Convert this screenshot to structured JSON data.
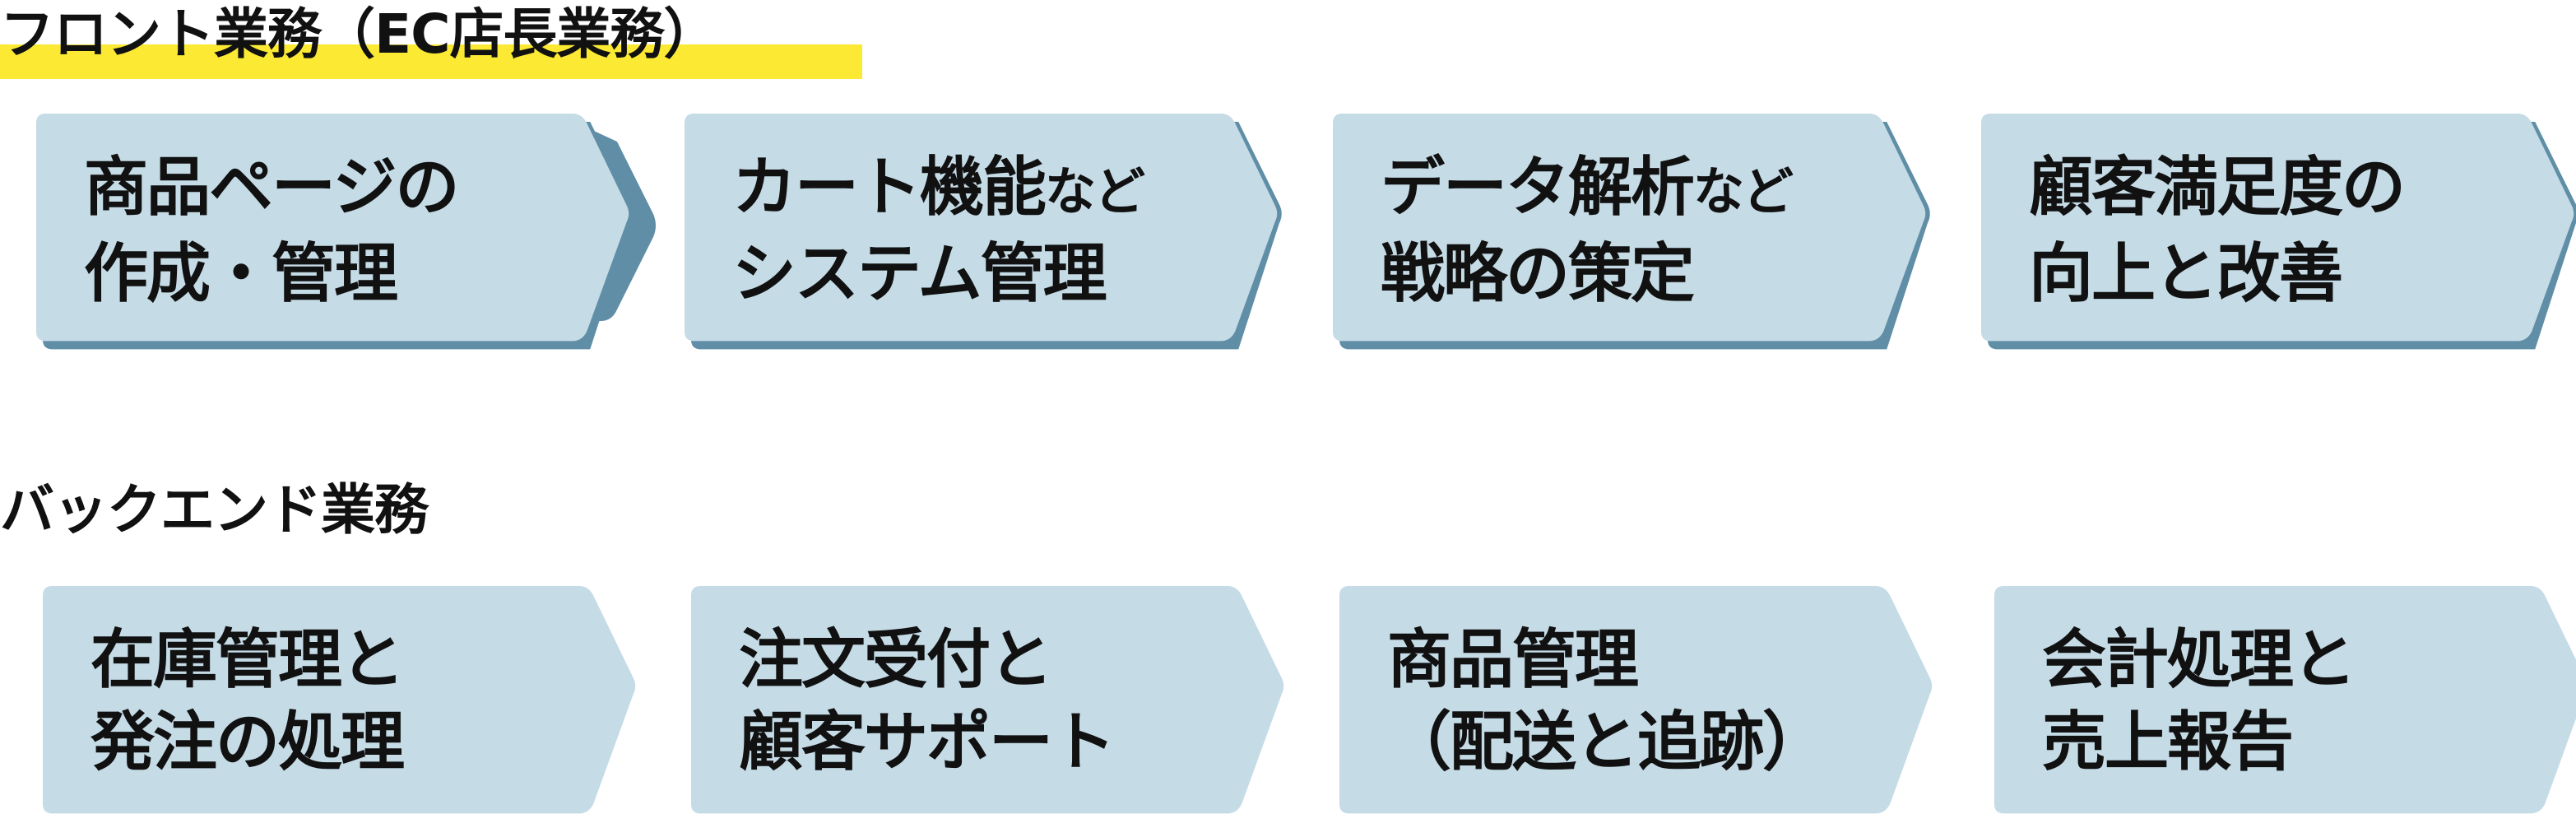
{
  "colors": {
    "box_fill": "#c5dbe6",
    "box_shadow": "#5f8ea6",
    "highlight": "#fbe934"
  },
  "front": {
    "title": "フロント業務（EC店長業務）",
    "steps": [
      {
        "line1": "商品ページの",
        "line1_small": "",
        "line2": "作成・管理"
      },
      {
        "line1": "カート機能",
        "line1_small": "など",
        "line2": "システム管理"
      },
      {
        "line1": "データ解析",
        "line1_small": "など",
        "line2": "戦略の策定"
      },
      {
        "line1": "顧客満足度の",
        "line1_small": "",
        "line2": "向上と改善"
      }
    ]
  },
  "back": {
    "title": "バックエンド業務",
    "steps": [
      {
        "line1": "在庫管理と",
        "line2": "発注の処理"
      },
      {
        "line1": "注文受付と",
        "line2": "顧客サポート"
      },
      {
        "line1": "商品管理",
        "line2": "（配送と追跡）"
      },
      {
        "line1": "会計処理と",
        "line2": "売上報告"
      }
    ]
  }
}
